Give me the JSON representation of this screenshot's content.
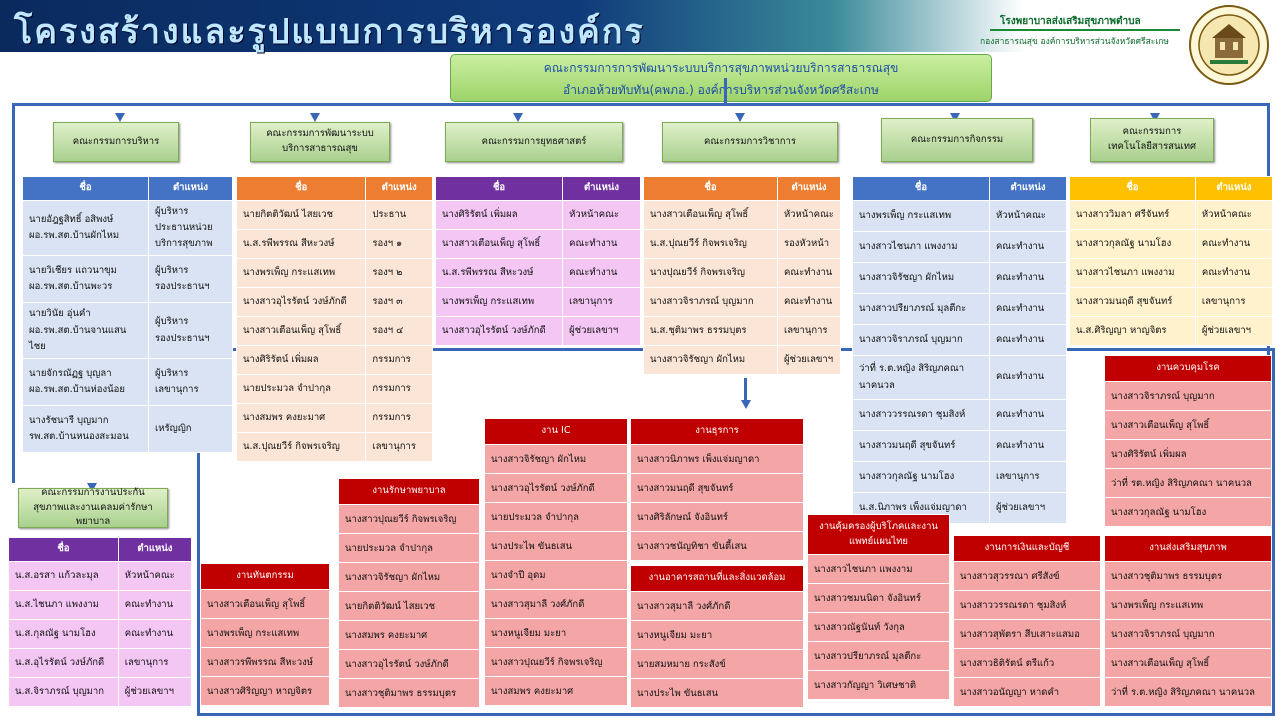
{
  "header": {
    "title": "โครงสร้างและรูปแบบการบริหารองค์กร",
    "org_name": "โรงพยาบาลส่งเสริมสุขภาพตำบล",
    "org_sub": "กองสาธารณสุข องค์การบริหารส่วนจังหวัดศรีสะเกษ"
  },
  "top_committee": {
    "line1": "คณะกรรมการการพัฒนาระบบบริการสุขภาพหน่วยบริการสาธารณสุข",
    "line2": "อำเภอห้วยทับทัน(คพภอ.) องค์การบริหารส่วนจังหวัดศรีสะเกษ"
  },
  "col_name": "ชื่อ",
  "col_position": "ตำแหน่ง",
  "committees": [
    {
      "label": "คณะกรรมการบริหาร",
      "header_color": "#4472c4",
      "cell_color": "#dae3f3",
      "rows": [
        [
          "นายอัฎฐสิทธิ์ อสิพงษ์\nผอ.รพ.สต.บ้านผักไหม",
          "ผู้บริหาร\nประธานหน่วยบริการสุขภาพ"
        ],
        [
          "นายวิเชียร แถวนาขุม\nผอ.รพ.สต.บ้านพะวร",
          "ผู้บริหาร\nรองประธานฯ"
        ],
        [
          "นายวินัย อุ่นคำ\nผอ.รพ.สต.บ้านจานแสนไชย",
          "ผู้บริหาร\nรองประธานฯ"
        ],
        [
          "นายจักรณัฏฐ บุญลา\nผอ.รพ.สต.บ้านห่องน้อย",
          "ผู้บริหาร\nเลขานุการ"
        ],
        [
          "นางรัชนารี บุญมาก\nรพ.สต.บ้านหนองสะมอน",
          "เหรัญญิก"
        ]
      ]
    },
    {
      "label": "คณะกรรมการพัฒนาระบบบริการสาธารณสุข",
      "header_color": "#ed7d31",
      "cell_color": "#fbe5d6",
      "rows": [
        [
          "นายกิตติวัฒน์ ไสยเวช",
          "ประธาน"
        ],
        [
          "น.ส.รพีพรรณ สีหะวงษ์",
          "รองฯ ๑"
        ],
        [
          "นางพรเพ็ญ กระแสเทพ",
          "รองฯ ๒"
        ],
        [
          "นางสาวอุไรรัตน์ วงษ์ภักดี",
          "รองฯ ๓"
        ],
        [
          "นางสาวเตือนเพ็ญ สุโพธิ์",
          "รองฯ ๔"
        ],
        [
          "นางศิริรัตน์ เพิ่มผล",
          "กรรมการ"
        ],
        [
          "นายประมวล จำปากุล",
          "กรรมการ"
        ],
        [
          "นางสมพร คงยะมาศ",
          "กรรมการ"
        ],
        [
          "น.ส.ปุณยวีร์ กิจพรเจริญ",
          "เลขานุการ"
        ]
      ]
    },
    {
      "label": "คณะกรรมการยุทธศาสตร์",
      "header_color": "#7030a0",
      "cell_color": "#f3c6f3",
      "rows": [
        [
          "นางศิริรัตน์ เพิ่มผล",
          "หัวหน้าคณะ"
        ],
        [
          "นางสาวเตือนเพ็ญ สุโพธิ์",
          "คณะทำงาน"
        ],
        [
          "น.ส.รพีพรรณ สีหะวงษ์",
          "คณะทำงาน"
        ],
        [
          "นางพรเพ็ญ กระแสเทพ",
          "เลขานุการ"
        ],
        [
          "นางสาวอุไรรัตน์ วงษ์ภักดี",
          "ผู้ช่วยเลขาฯ"
        ]
      ]
    },
    {
      "label": "คณะกรรมการวิชาการ",
      "header_color": "#ed7d31",
      "cell_color": "#fbe5d6",
      "rows": [
        [
          "นางสาวเตือนเพ็ญ สุโพธิ์",
          "หัวหน้าคณะ"
        ],
        [
          "น.ส.ปุณยวีร์ กิจพรเจริญ",
          "รองหัวหน้า"
        ],
        [
          "นางปุณยวีร์ กิจพรเจริญ",
          "คณะทำงาน"
        ],
        [
          "นางสาวจิราภรณ์ บุญมาก",
          "คณะทำงาน"
        ],
        [
          "น.ส.ชุติมาพร ธรรมบุตร",
          "เลขานุการ"
        ],
        [
          "นางสาวจิรัชญา ผักไหม",
          "ผู้ช่วยเลขาฯ"
        ]
      ]
    },
    {
      "label": "คณะกรรมการกิจกรรม",
      "header_color": "#4472c4",
      "cell_color": "#dae3f3",
      "rows": [
        [
          "นางพรเพ็ญ กระแสเทพ",
          "หัวหน้าคณะ"
        ],
        [
          "นางสาวไชนภา แพงงาม",
          "คณะทำงาน"
        ],
        [
          "นางสาวจิรัชญา ผักไหม",
          "คณะทำงาน"
        ],
        [
          "นางสาวปรียาภรณ์ มุลตีกะ",
          "คณะทำงาน"
        ],
        [
          "นางสาวจิราภรณ์ บุญมาก",
          "คณะทำงาน"
        ],
        [
          "ว่าที่ ร.ต.หญิง สิริญภคณา\nนาคนวล",
          "คณะทำงาน"
        ],
        [
          "นางสาววรรณรดา ชุมสิงห์",
          "คณะทำงาน"
        ],
        [
          "นางสาวมนฤดี สุขจันทร์",
          "คณะทำงาน"
        ],
        [
          "นางสาวกุลณัฐ นามโฮง",
          "เลขานุการ"
        ],
        [
          "น.ส.นิภาพร เพ็งแจ่มญาดา",
          "ผู้ช่วยเลขาฯ"
        ]
      ]
    },
    {
      "label": "คณะกรรมการเทคโนโลยีสารสนเทศ",
      "header_color": "#ffc000",
      "cell_color": "#fff2cc",
      "rows": [
        [
          "นางสาววิมลา ศรีจันทร์",
          "หัวหน้าคณะ"
        ],
        [
          "นางสาวกุลณัฐ นามโฮง",
          "คณะทำงาน"
        ],
        [
          "นางสาวไชนภา แพงงาม",
          "คณะทำงาน"
        ],
        [
          "นางสาวมนฤดี สุขจันทร์",
          "เลขานุการ"
        ],
        [
          "น.ส.ศิริญญา หาญจิตร",
          "ผู้ช่วยเลขาฯ"
        ]
      ]
    },
    {
      "label": "คณะกรรมการงานประกันสุขภาพและงานเคลมค่ารักษาพยาบาล",
      "header_color": "#7030a0",
      "cell_color": "#f3c6f3",
      "rows": [
        [
          "น.ส.อรสา แก้วละมุล",
          "หัวหน้าคณะ"
        ],
        [
          "น.ส.ไชนภา แพงงาม",
          "คณะทำงาน"
        ],
        [
          "น.ส.กุลณัฐ นามโฮง",
          "คณะทำงาน"
        ],
        [
          "น.ส.อุไรรัตน์ วงษ์ภักดี",
          "เลขานุการ"
        ],
        [
          "น.ส.จิราภรณ์ บุญมาก",
          "ผู้ช่วยเลขาฯ"
        ]
      ]
    }
  ],
  "work_units": [
    {
      "title": "งานทันตกรรม",
      "members": [
        "นางสาวเตือนเพ็ญ สุโพธิ์",
        "นางพรเพ็ญ กระแสเทพ",
        "นางสาวรพีพรรณ สีหะวงษ์",
        "นางสาวศิริญญา หาญจิตร"
      ]
    },
    {
      "title": "งานรักษาพยาบาล",
      "members": [
        "นางสาวปุณยวีร์ กิจพรเจริญ",
        "นายประมวล จำปากุล",
        "นางสาวจิรัชญา ผักไหม",
        "นายกิตติวัฒน์ ไสยเวช",
        "นางสมพร คงยะมาศ",
        "นางสาวอุไรรัตน์ วงษ์ภักดี",
        "นางสาวชุติมาพร ธรรมบุตร"
      ]
    },
    {
      "title": "งาน IC",
      "members": [
        "นางสาวจิรัชญา ผักไหม",
        "นางสาวอุไรรัตน์ วงษ์ภักดี",
        "นายประมวล จำปากุล",
        "นางประไพ ขันธเสน",
        "นางจำปี อุดม",
        "นางสาวสุมาลี วงศ์ภักดี",
        "นางหนูเจียม มะยา",
        "นางสาวปุณยวีร์ กิจพรเจริญ",
        "นางสมพร คงยะมาศ"
      ]
    },
    {
      "title": "งานธุรการ",
      "members": [
        "นางสาวนิภาพร เพ็งแจ่มญาดา",
        "นางสาวมนฤดี สุขจันทร์",
        "นางศิริลักษณ์ จังอินทร์",
        "นางสาวชนัญทิชา ขันตี้เสน"
      ]
    },
    {
      "title": "งานอาคารสถานที่และสิ่งแวดล้อม",
      "members": [
        "นางสาวสุมาลี วงศ์ภักดี",
        "นางหนูเจียม มะยา",
        "นายสมหมาย กระสังข์",
        "นางประไพ ขันธเสน"
      ]
    },
    {
      "title": "งานคุ้มครองผู้บริโภคและงานแพทย์แผนไทย",
      "members": [
        "นางสาวไชนภา แพงงาม",
        "นางสาวชมนนิดา จังอินทร์",
        "นางสาวณัฐนันท์ วังกุล",
        "นางสาวปรียาภรณ์ มุลตีกะ",
        "นางสาวกัญญา วิเศษชาติ"
      ]
    },
    {
      "title": "งานการเงินและบัญชี",
      "members": [
        "นางสาวสุวรรณา ศรีสังข์",
        "นางสาววรรณรดา ชุมสิงห์",
        "นางสาวสุพัตรา สีบเสาะแสมอ",
        "นางสาวธิติรัตน์ ตรีแก้ว",
        "นางสาวอนัญญา หาดคำ"
      ]
    },
    {
      "title": "งานควบคุมโรค",
      "members": [
        "นางสาวจิราภรณ์ บุญมาก",
        "นางสาวเตือนเพ็ญ สุโพธิ์",
        "นางศิริรัตน์ เพิ่มผล",
        "ว่าที่ รต.หญิง สิริญภคณา นาคนวล",
        "นางสาวกุลณัฐ นามโฮง"
      ]
    },
    {
      "title": "งานส่งเสริมสุขภาพ",
      "members": [
        "นางสาวชุติมาพร ธรรมบุตร",
        "นางพรเพ็ญ กระแสเทพ",
        "นางสาวจิราภรณ์ บุญมาก",
        "นางสาวเตือนเพ็ญ สุโพธิ์",
        "ว่าที่ ร.ต.หญิง สิริญภคณา นาคนวล"
      ]
    }
  ]
}
